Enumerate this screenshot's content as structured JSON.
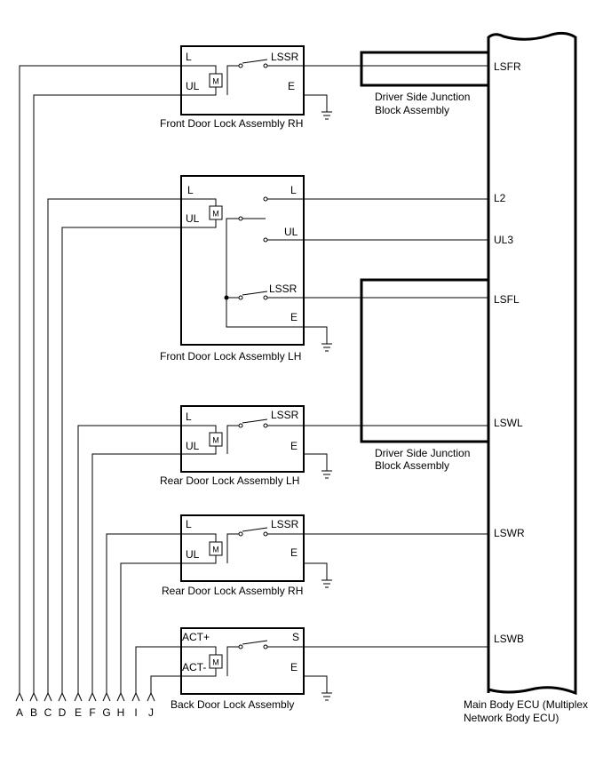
{
  "modules": {
    "front_rh": {
      "name": "Front Door Lock Assembly RH",
      "pins": {
        "l": "L",
        "ul": "UL",
        "lssr": "LSSR",
        "e": "E"
      }
    },
    "front_lh": {
      "name": "Front Door Lock Assembly LH",
      "pins": {
        "l_left": "L",
        "ul_left": "UL",
        "l_right": "L",
        "ul_right": "UL",
        "lssr": "LSSR",
        "e": "E"
      }
    },
    "rear_lh": {
      "name": "Rear Door Lock Assembly LH",
      "pins": {
        "l": "L",
        "ul": "UL",
        "lssr": "LSSR",
        "e": "E"
      }
    },
    "rear_rh": {
      "name": "Rear Door Lock Assembly RH",
      "pins": {
        "l": "L",
        "ul": "UL",
        "lssr": "LSSR",
        "e": "E"
      }
    },
    "back": {
      "name": "Back Door Lock Assembly",
      "pins": {
        "act_plus": "ACT+",
        "act_minus": "ACT-",
        "s": "S",
        "e": "E"
      }
    }
  },
  "junction_blocks": {
    "upper": {
      "line1": "Driver Side Junction",
      "line2": "Block Assembly"
    },
    "lower": {
      "line1": "Driver Side Junction",
      "line2": "Block Assembly"
    }
  },
  "ecu": {
    "name_line1": "Main Body ECU (Multiplex",
    "name_line2": "Network Body ECU)",
    "terminals": {
      "lsfr": "LSFR",
      "l2": "L2",
      "ul3": "UL3",
      "lsfl": "LSFL",
      "lswl": "LSWL",
      "lswr": "LSWR",
      "lswb": "LSWB"
    }
  },
  "motor_symbol": "M",
  "wire_labels": [
    "A",
    "B",
    "C",
    "D",
    "E",
    "F",
    "G",
    "H",
    "I",
    "J"
  ]
}
